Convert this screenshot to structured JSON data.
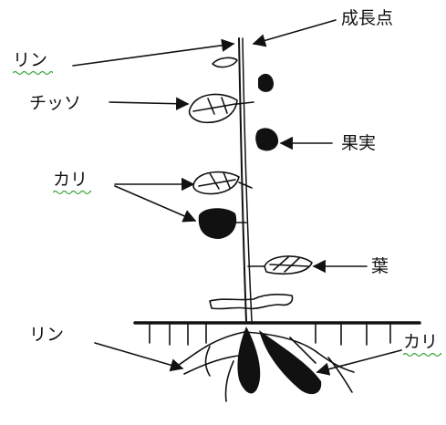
{
  "labels": {
    "growth_point": "成長点",
    "rin_top": "リン",
    "chisso": "チッソ",
    "fruit": "果実",
    "kari_mid": "カリ",
    "leaf": "葉",
    "rin_root": "リン",
    "kari_root": "カリ"
  },
  "colors": {
    "ink": "#111111",
    "underline": "#3aa63a"
  }
}
